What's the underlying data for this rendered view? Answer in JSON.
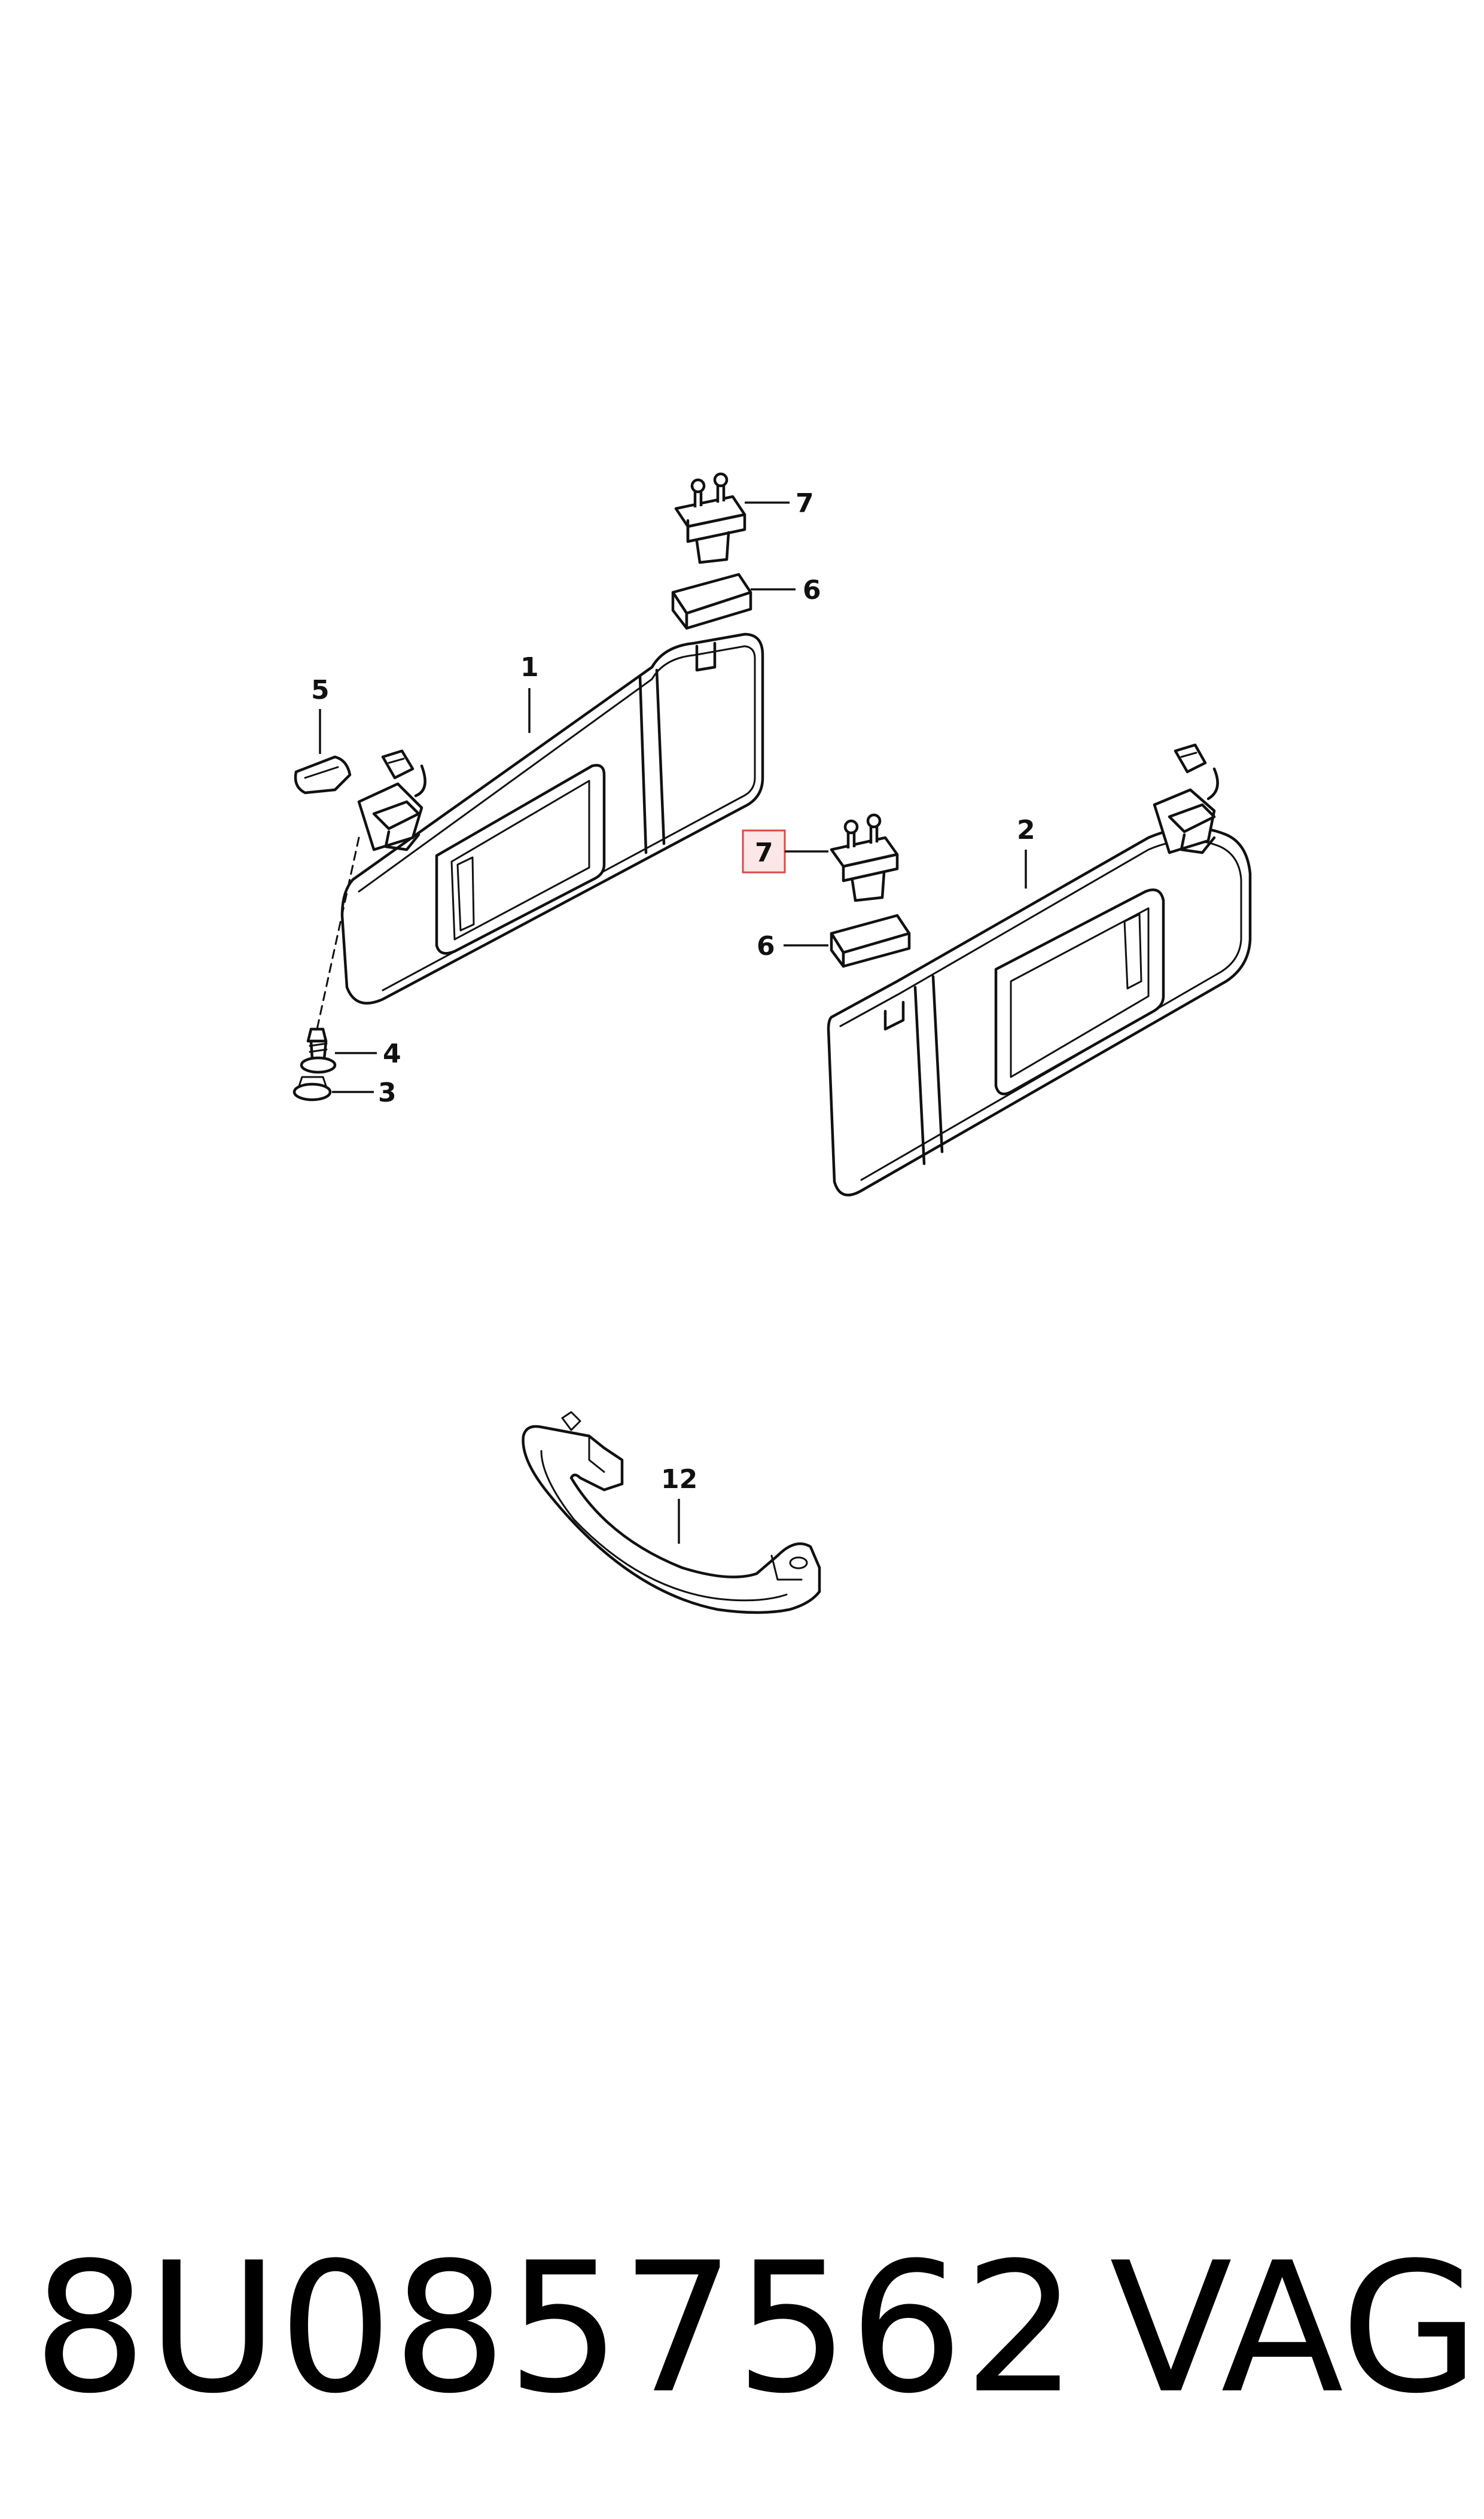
{
  "callouts": {
    "c1": "1",
    "c2": "2",
    "c3": "3",
    "c4": "4",
    "c5": "5",
    "c6a": "6",
    "c6b": "6",
    "c7a": "7",
    "c7b": "7",
    "c12": "12"
  },
  "footer": {
    "part_number": "8U0857562",
    "brand": "VAG"
  },
  "highlight_color": "#d94a4a"
}
